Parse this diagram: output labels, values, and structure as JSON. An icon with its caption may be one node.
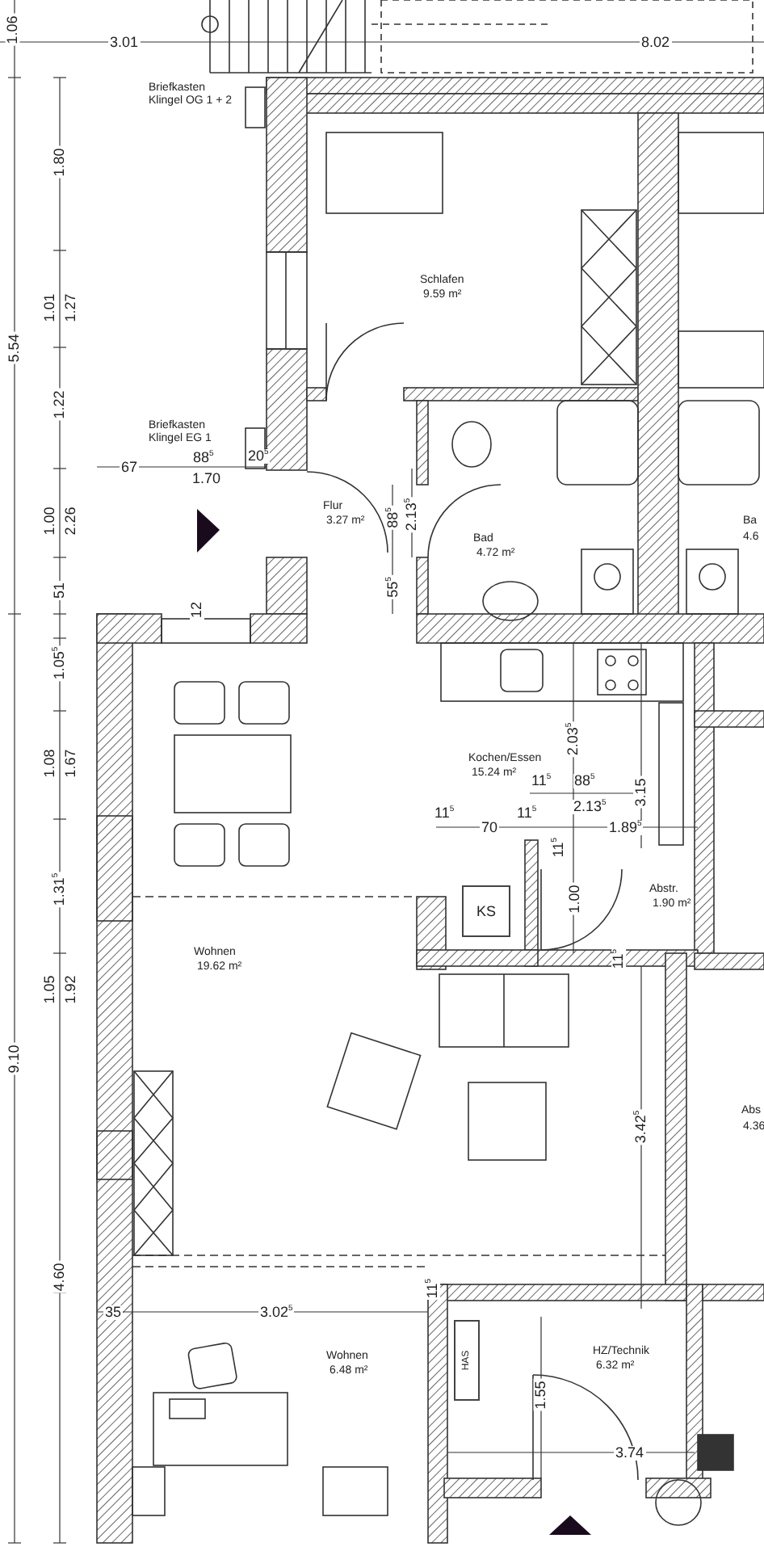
{
  "diagram": {
    "nodes": [
      {
        "text": [
          "Schlafen",
          "9.59 m²"
        ]
      },
      {
        "text": [
          "Flur",
          "3.27 m²"
        ]
      },
      {
        "text": [
          "Bad",
          "4.72 m²"
        ]
      },
      {
        "text": [
          "Kochen/Essen",
          "15.24 m²"
        ]
      },
      {
        "text": [
          "Abstr.",
          "1.90 m²"
        ]
      },
      {
        "text": [
          "KS"
        ]
      },
      {
        "text": [
          "Wohnen",
          "19.62 m²"
        ]
      },
      {
        "text": [
          "Wohnen",
          "6.48 m²"
        ]
      },
      {
        "text": [
          "HZ/Technik",
          "6.32 m²"
        ]
      },
      {
        "text": [
          "HAS"
        ],
        "in": 8
      }
    ],
    "labels": [
      "1.06",
      "3.01",
      "8.02",
      "Briefkasten Klingel OG 1 + 2",
      "1.80",
      "5.54",
      "1.01",
      "1.27",
      "1.22",
      "Briefkasten Klingel EG 1",
      "20$^{5}$",
      "67",
      "88$^{5}$",
      "1.70",
      "88$^{5}$",
      "2.13$^{5}$",
      "Ba",
      "4.6",
      "1.00",
      "2.26",
      "51",
      "55$^{5}$",
      "12",
      "1.05$^{5}$",
      "2.03$^{5}$",
      "1.08",
      "1.67",
      "11$^{5}$",
      "88$^{5}$",
      "2.13$^{5}$",
      "3.15",
      "11$^{5}$",
      "70",
      "11$^{5}$",
      "1.89$^{5}$",
      "11$^{5}$",
      "1.31$^{5}$",
      "1.00",
      "11$^{5}$",
      "1.05",
      "1.92",
      "9.10",
      "Abs",
      "4.36",
      "3.42$^{5}$",
      "4.60",
      "11$^{5}$",
      "35",
      "3.02$^{5}$",
      "1.55",
      "3.74"
    ]
  }
}
